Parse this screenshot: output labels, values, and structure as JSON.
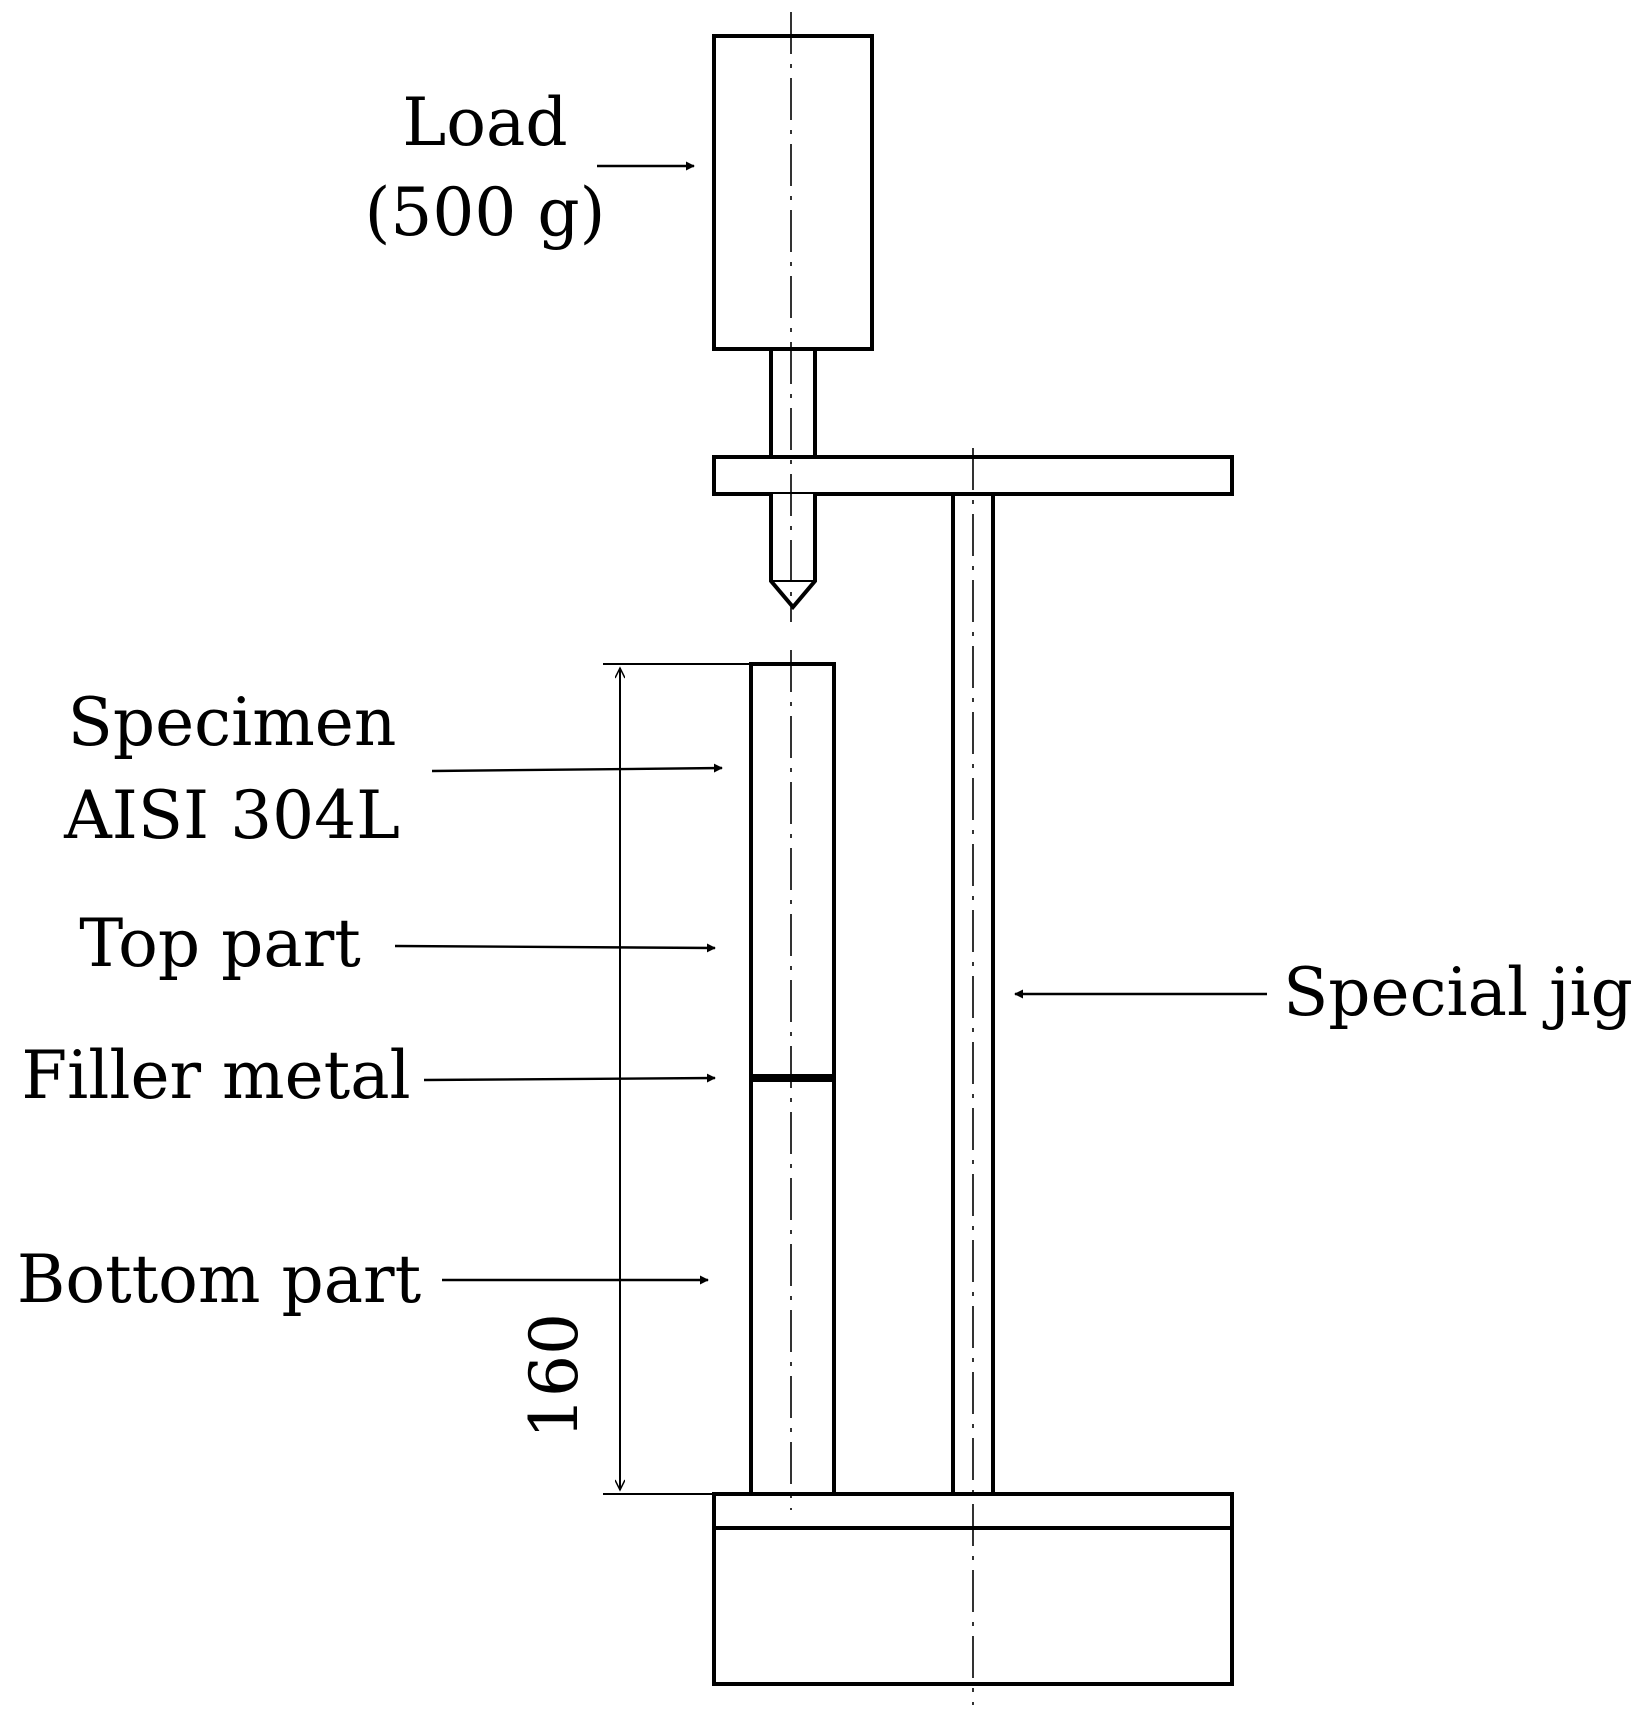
{
  "labels": {
    "load_line1": "Load",
    "load_line2": "(500 g)",
    "specimen_line1": "Specimen",
    "specimen_line2": "AISI 304L",
    "top_part": "Top part",
    "filler_metal": "Filler metal",
    "bottom_part": "Bottom part",
    "special_jig": "Special jig",
    "dimension": "160"
  }
}
